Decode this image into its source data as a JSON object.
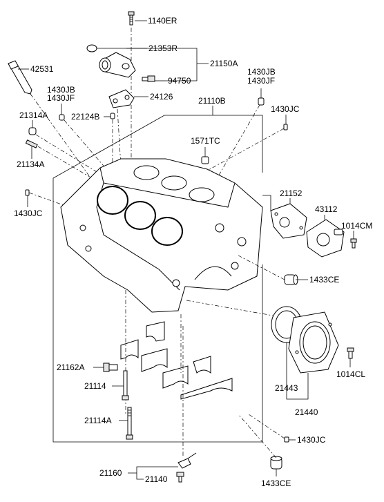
{
  "labels": {
    "p1140ER": "1140ER",
    "p21353R": "21353R",
    "p21150A": "21150A",
    "p42531": "42531",
    "p94750": "94750",
    "p1430JB_a": "1430JB",
    "p1430JF_a": "1430JF",
    "p1430JB_b": "1430JB",
    "p1430JF_b": "1430JF",
    "p24126": "24126",
    "p21110B": "21110B",
    "p1430JC_a": "1430JC",
    "p21314A": "21314A",
    "p22124B": "22124B",
    "p1571TC": "1571TC",
    "p21134A": "21134A",
    "p21152": "21152",
    "p1430JC_b": "1430JC",
    "p43112": "43112",
    "p1014CM": "1014CM",
    "p1433CE_a": "1433CE",
    "p21162A": "21162A",
    "p1014CL": "1014CL",
    "p21114": "21114",
    "p21443": "21443",
    "p21440": "21440",
    "p21114A": "21114A",
    "p1430JC_c": "1430JC",
    "p21160": "21160",
    "p21140": "21140",
    "p1433CE_b": "1433CE"
  }
}
